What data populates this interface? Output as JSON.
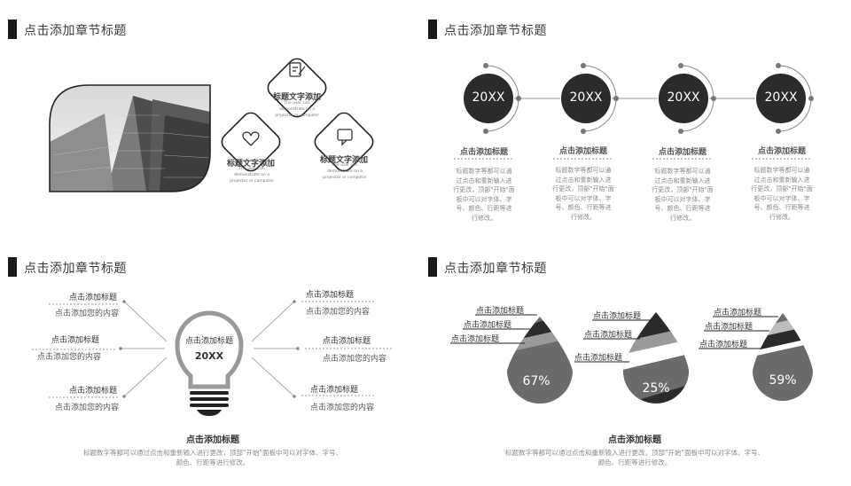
{
  "quadrants": {
    "q1_title": "点击添加章节标题",
    "q2_title": "点击添加章节标题",
    "q3_title": "点击添加章节标题",
    "q4_title": "点击添加章节标题"
  },
  "q1": {
    "diamonds": [
      {
        "icon": "edit-icon",
        "title": "标题文字添加",
        "text": "The user can demonstrate on a projector or computer"
      },
      {
        "icon": "heart-icon",
        "title": "标题文字添加",
        "text": "The user can demonstrate on a projector or computer"
      },
      {
        "icon": "chat-icon",
        "title": "标题文字添加",
        "text": "The user can demonstrate on a projector or computer"
      }
    ]
  },
  "q2": {
    "steps": [
      {
        "year": "20XX",
        "title": "点击添加标题",
        "desc": [
          "标题数字等都可以通",
          "过点击和重新输入进",
          "行更改，顶部\"开始\"面",
          "板中可以对字体、字",
          "号、颜色、行距等进",
          "行修改。"
        ]
      },
      {
        "year": "20XX",
        "title": "点击添加标题",
        "desc": [
          "标题数字等都可以通",
          "过点击和重新输入进",
          "行更改，顶部\"开始\"面",
          "板中可以对字体、字",
          "号、颜色、行距等进",
          "行修改。"
        ]
      },
      {
        "year": "20XX",
        "title": "点击添加标题",
        "desc": [
          "标题数字等都可以通",
          "过点击和重新输入进",
          "行更改，顶部\"开始\"面",
          "板中可以对字体、字",
          "号、颜色、行距等进",
          "行修改。"
        ]
      },
      {
        "year": "20XX",
        "title": "点击添加标题",
        "desc": [
          "标题数字等都可以通",
          "过点击和重新输入进",
          "行更改，顶部\"开始\"面",
          "板中可以对字体、字",
          "号、颜色、行距等进",
          "行修改。"
        ]
      }
    ]
  },
  "q3": {
    "bulb_title": "点击添加标题",
    "bulb_year": "20XX",
    "left_items": [
      {
        "title": "点击添加标题",
        "content": "点击添加您的内容"
      },
      {
        "title": "点击添加标题",
        "content": "点击添加您的内容"
      },
      {
        "title": "点击添加标题",
        "content": "点击添加您的内容"
      }
    ],
    "right_items": [
      {
        "title": "点击添加标题",
        "content": "点击添加您的内容"
      },
      {
        "title": "点击添加标题",
        "content": "点击添加您的内容"
      },
      {
        "title": "点击添加标题",
        "content": "点击添加您的内容"
      }
    ],
    "footer_title": "点击添加标题",
    "footer_line1": "标题数字等都可以通过点击和重新输入进行更改，顶部\"开始\"面板中可以对字体、字号、",
    "footer_line2": "颜色、行距等进行修改。"
  },
  "q4": {
    "drops": [
      {
        "percent": "67%",
        "labels": [
          "点击添加标题",
          "点击添加标题",
          "点击添加标题"
        ]
      },
      {
        "percent": "25%",
        "labels": [
          "点击添加标题",
          "点击添加标题",
          "点击添加标题"
        ]
      },
      {
        "percent": "59%",
        "labels": [
          "点击添加标题",
          "点击添加标题",
          "点击添加标题"
        ]
      }
    ],
    "footer_title": "点击添加标题",
    "footer_line1": "标题数字等都可以通过点击和重新输入进行更改，顶部\"开始\"面板中可以对字体、字号、",
    "footer_line2": "颜色、行距等进行修改。"
  },
  "colors": {
    "dark": "#2b2b2b",
    "mid": "#6b6b6b",
    "light": "#9a9a9a"
  }
}
